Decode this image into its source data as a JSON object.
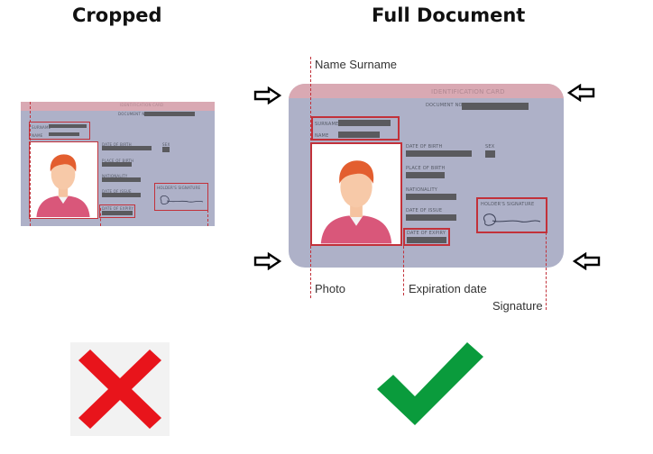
{
  "headings": {
    "left": "Cropped",
    "right": "Full Document"
  },
  "card": {
    "title": "IDENTIFICATION CARD",
    "fields": {
      "document_no": "DOCUMENT NO",
      "surname": "SURNAME",
      "name": "NAME",
      "date_of_birth": "DATE OF BIRTH",
      "sex": "SEX",
      "place_of_birth": "PLACE OF BIRTH",
      "nationality": "NATIONALITY",
      "date_of_issue": "DATE OF ISSUE",
      "date_of_expiry": "DATE OF EXPIRY",
      "holders_signature": "HOLDER'S SIGNATURE"
    },
    "colors": {
      "card": "#aeb1c8",
      "header": "#d9a9b3",
      "highlight": "#c2313a",
      "redaction": "#5a5a5e"
    }
  },
  "callouts": {
    "name_surname": "Name Surname",
    "photo": "Photo",
    "expiration_date": "Expiration date",
    "signature": "Signature"
  },
  "verdicts": {
    "left": {
      "icon": "red-x-icon",
      "color": "#e8141b"
    },
    "right": {
      "icon": "green-check-icon",
      "color": "#0a9b3c"
    }
  }
}
